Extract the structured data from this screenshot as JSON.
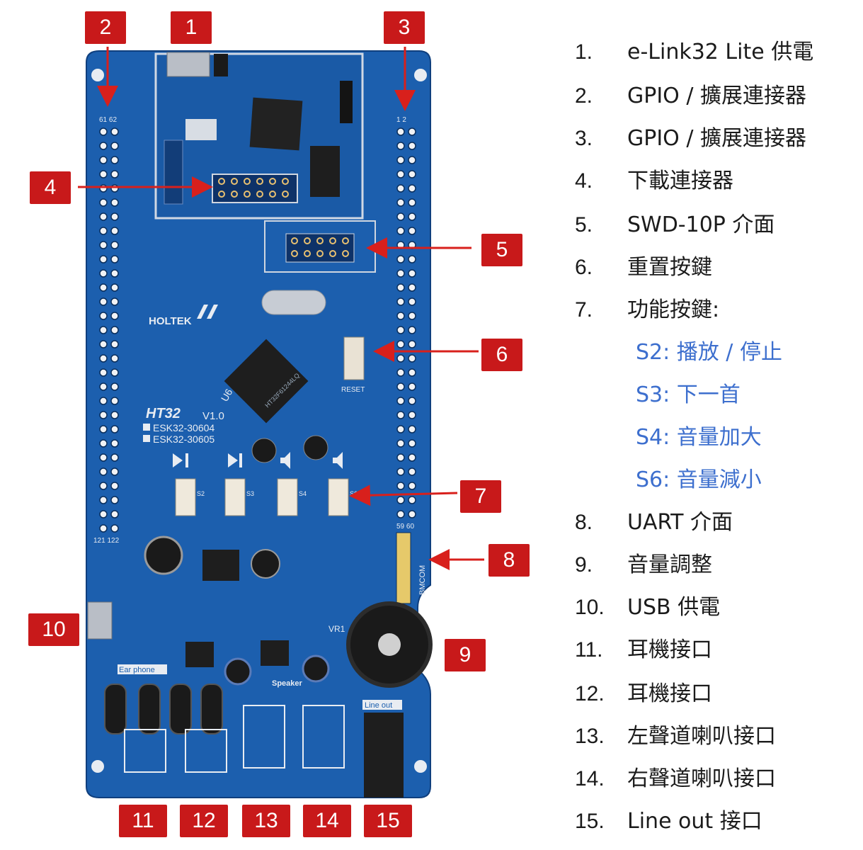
{
  "board": {
    "brand": "HOLTEK",
    "logo": "HT32",
    "version": "V1.0",
    "models": [
      "ESK32-30604",
      "ESK32-30605"
    ],
    "chip_label": "U6",
    "chip_marking": "HT32F61244LQ",
    "reset_label": "RESET",
    "earphone_label": "Ear phone",
    "speaker_label": "Speaker",
    "lineout_label": "Line out",
    "uart_label": "BMCOM",
    "vr_label": "VR1",
    "header_left_top": "61  62",
    "header_right_top": "1   2",
    "header_left_bottom": "121 122",
    "header_right_bottom": "59 60",
    "switch_labels": [
      "S2",
      "S3",
      "S4",
      "S6"
    ],
    "icon_names": [
      "play-pause-icon",
      "next-icon",
      "volume-up-icon",
      "volume-down-icon",
      "arrow-icon"
    ],
    "colors": {
      "pcb": "#1c5fae",
      "badge": "#c8191a",
      "legend_sub": "#3d6fce"
    }
  },
  "callouts": [
    "1",
    "2",
    "3",
    "4",
    "5",
    "6",
    "7",
    "8",
    "9",
    "10",
    "11",
    "12",
    "13",
    "14",
    "15"
  ],
  "legend": [
    {
      "num": "1.",
      "text": "e-Link32 Lite 供電"
    },
    {
      "num": "2.",
      "text": "GPIO / 擴展連接器"
    },
    {
      "num": "3.",
      "text": "GPIO / 擴展連接器"
    },
    {
      "num": "4.",
      "text": "下載連接器"
    },
    {
      "num": "5.",
      "text": "SWD-10P 介面"
    },
    {
      "num": "6.",
      "text": "重置按鍵"
    },
    {
      "num": "7.",
      "text": "功能按鍵:"
    },
    {
      "num": "8.",
      "text": "UART 介面"
    },
    {
      "num": "9.",
      "text": "音量調整"
    },
    {
      "num": "10.",
      "text": "USB 供電"
    },
    {
      "num": "11.",
      "text": "耳機接口"
    },
    {
      "num": "12.",
      "text": "耳機接口"
    },
    {
      "num": "13.",
      "text": "左聲道喇叭接口"
    },
    {
      "num": "14.",
      "text": "右聲道喇叭接口"
    },
    {
      "num": "15.",
      "text": "Line out 接口"
    }
  ],
  "legend_sub": [
    "S2: 播放 / 停止",
    "S3: 下一首",
    "S4: 音量加大",
    "S6: 音量減小"
  ]
}
